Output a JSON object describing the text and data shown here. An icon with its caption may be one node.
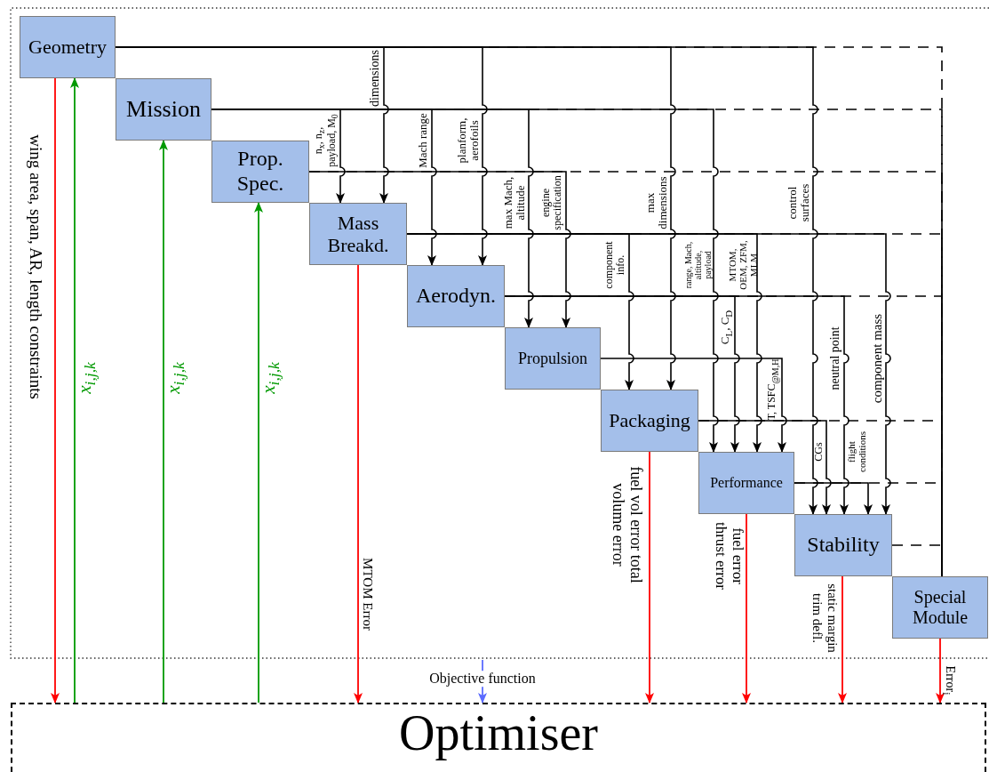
{
  "diagram": {
    "nodes": [
      {
        "text": [
          "Geometry"
        ]
      },
      {
        "text": [
          "Mission"
        ]
      },
      {
        "text": [
          "Prop. Spec."
        ]
      },
      {
        "text": [
          "Mass Breakd."
        ]
      },
      {
        "text": [
          "Aerodyn."
        ]
      },
      {
        "text": [
          "Propulsion"
        ]
      },
      {
        "text": [
          "Packaging"
        ]
      },
      {
        "text": [
          "Performance"
        ]
      },
      {
        "text": [
          "Stability"
        ]
      },
      {
        "text": [
          "Special Module"
        ]
      },
      {
        "text": [
          "Optimiser"
        ]
      }
    ],
    "edges": [
      {
        "from": 0,
        "to": 3,
        "arrow": "to",
        "label": "dimensions"
      },
      {
        "from": 0,
        "to": 4,
        "arrow": "to",
        "label": "planform, aerofoils"
      },
      {
        "from": 0,
        "to": 6,
        "arrow": "to",
        "label": "max dimensions"
      },
      {
        "from": 0,
        "to": 8,
        "arrow": "to",
        "label": "control surfaces"
      },
      {
        "from": 1,
        "to": 3,
        "arrow": "to",
        "label": "n$_{x}$, n$_{z}$, payload, M$_{0}$"
      },
      {
        "from": 1,
        "to": 4,
        "arrow": "to",
        "label": "Mach range"
      },
      {
        "from": 1,
        "to": 5,
        "arrow": "to",
        "label": "max Mach, altitude"
      },
      {
        "from": 1,
        "to": 7,
        "arrow": "to",
        "label": "range, Mach, altitude, payload"
      },
      {
        "from": 2,
        "to": 5,
        "arrow": "to",
        "label": "engine specification"
      },
      {
        "from": 3,
        "to": 6,
        "arrow": "to",
        "label": "component info."
      },
      {
        "from": 3,
        "to": 7,
        "arrow": "to",
        "label": "MTOM, OEM, ZFM, MLM"
      },
      {
        "from": 3,
        "to": 8,
        "arrow": "to",
        "label": "component mass"
      },
      {
        "from": 4,
        "to": 7,
        "arrow": "to",
        "label": "C$_{L}$, C$_{D}$"
      },
      {
        "from": 4,
        "to": 8,
        "arrow": "to",
        "label": "neutral point"
      },
      {
        "from": 5,
        "to": 7,
        "arrow": "to",
        "label": "T, TSFC$_{@M,H}$"
      },
      {
        "from": 6,
        "to": 8,
        "arrow": "to",
        "label": "CGs"
      },
      {
        "from": 7,
        "to": 8,
        "arrow": "to",
        "label": "flight conditions"
      },
      {
        "from": 0,
        "to": 9,
        "arrow": "none",
        "style": "dashed"
      },
      {
        "from": 1,
        "to": 9,
        "arrow": "none",
        "style": "dashed"
      },
      {
        "from": 2,
        "to": 9,
        "arrow": "none",
        "style": "dashed"
      },
      {
        "from": 3,
        "to": 9,
        "arrow": "none",
        "style": "dashed"
      },
      {
        "from": 4,
        "to": 9,
        "arrow": "none",
        "style": "dashed"
      },
      {
        "from": 6,
        "to": 9,
        "arrow": "none",
        "style": "dashed"
      },
      {
        "from": 7,
        "to": 9,
        "arrow": "none",
        "style": "dashed"
      },
      {
        "from": 8,
        "to": 9,
        "arrow": "none",
        "style": "dashed"
      },
      {
        "from": 0,
        "to": 10,
        "arrow": "to",
        "color": "#ff0000",
        "label": "wing area, span, AR, length constraints"
      },
      {
        "from": 10,
        "to": 0,
        "arrow": "to",
        "color": "#009900",
        "label": "x$_{i,j,k}$"
      },
      {
        "from": 10,
        "to": 1,
        "arrow": "to",
        "color": "#009900",
        "label": "x$_{i,j,k}$"
      },
      {
        "from": 10,
        "to": 2,
        "arrow": "to",
        "color": "#009900",
        "label": "x$_{i,j,k}$"
      },
      {
        "from": 3,
        "to": 10,
        "arrow": "to",
        "color": "#ff0000",
        "label": "MTOM Error"
      },
      {
        "from": null,
        "to": 10,
        "arrow": "to",
        "color": "#5b6bff",
        "label": "Objective function"
      },
      {
        "from": 6,
        "to": 10,
        "arrow": "to",
        "color": "#ff0000",
        "label": "fuel vol error total volume error"
      },
      {
        "from": 7,
        "to": 10,
        "arrow": "to",
        "color": "#ff0000",
        "label": "fuel error thrust error"
      },
      {
        "from": 8,
        "to": 10,
        "arrow": "to",
        "color": "#ff0000",
        "label": "static margin trim defl."
      },
      {
        "from": 9,
        "to": 10,
        "arrow": "to",
        "color": "#ff0000",
        "label": "Error$_{i}$"
      }
    ]
  }
}
